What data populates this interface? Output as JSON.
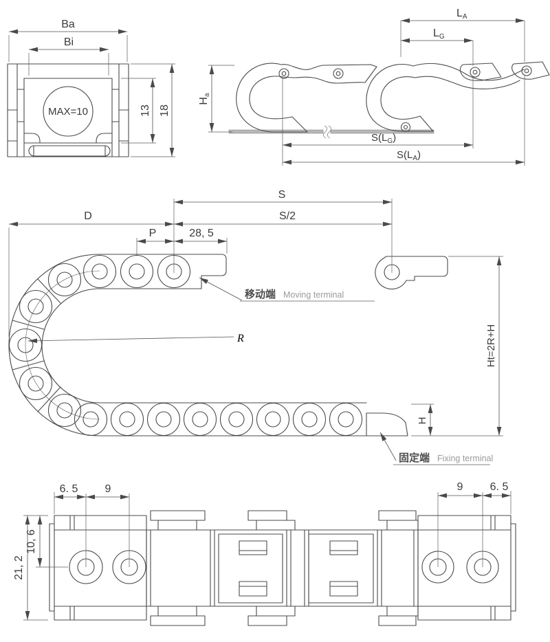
{
  "colors": {
    "line": "#4a4a4a",
    "text": "#3a3a3a",
    "muted_text": "#9a9a9a",
    "baseline_fill": "#b8b8b8"
  },
  "cross_section": {
    "ba": "Ba",
    "bi": "Bi",
    "max": "MAX=10",
    "h_inner": "13",
    "h_outer": "18"
  },
  "end_view": {
    "la_pre": "L",
    "la_sub": "A",
    "lg_pre": "L",
    "lg_sub": "G",
    "ha_pre": "H",
    "ha_sub": "a",
    "slg_pre": "S(L",
    "slg_sub": "G",
    "slg_post": ")",
    "sla_pre": "S(L",
    "sla_sub": "A",
    "sla_post": ")"
  },
  "side_view": {
    "s": "S",
    "d": "D",
    "s_half": "S/2",
    "p": "P",
    "len_28_5": "28, 5",
    "r": "R",
    "ht": "Ht=2R+H",
    "h": "H",
    "moving_zh": "移动端",
    "moving_en": "Moving terminal",
    "fixing_zh": "固定端",
    "fixing_en": "Fixing terminal"
  },
  "top_view": {
    "edge_left": "6. 5",
    "pitch_left": "9",
    "offset": "10, 6",
    "width_total": "21, 2",
    "pitch_right": "9",
    "edge_right": "6. 5"
  }
}
